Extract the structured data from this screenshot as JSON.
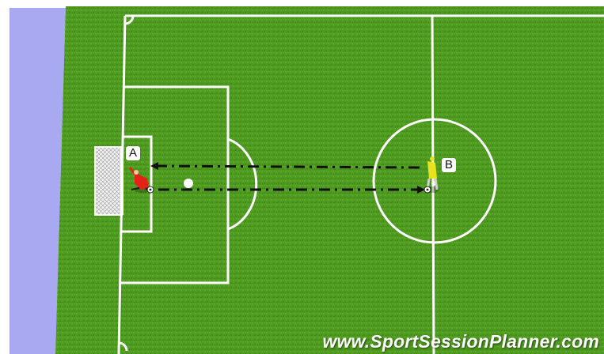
{
  "diagram": {
    "colors": {
      "grass": "#4f9a20",
      "grass_dark": "#3f861a",
      "lines": "#ffffff",
      "sidebar": "#a9a9f2",
      "player_a": "#e32219",
      "player_b": "#e9e21f",
      "arrow": "#101010"
    },
    "players": [
      {
        "id": "A",
        "label": "A",
        "team": "red",
        "icon": "goalkeeper-icon"
      },
      {
        "id": "B",
        "label": "B",
        "team": "yellow",
        "icon": "player-icon"
      }
    ],
    "passes": [
      {
        "from": "B",
        "to": "A",
        "style": "dash-dot"
      },
      {
        "from": "A",
        "to": "B",
        "style": "dash-dot"
      }
    ],
    "equipment": [
      "goal-icon",
      "ball-icon"
    ],
    "watermark": "www.SportSessionPlanner.com"
  }
}
